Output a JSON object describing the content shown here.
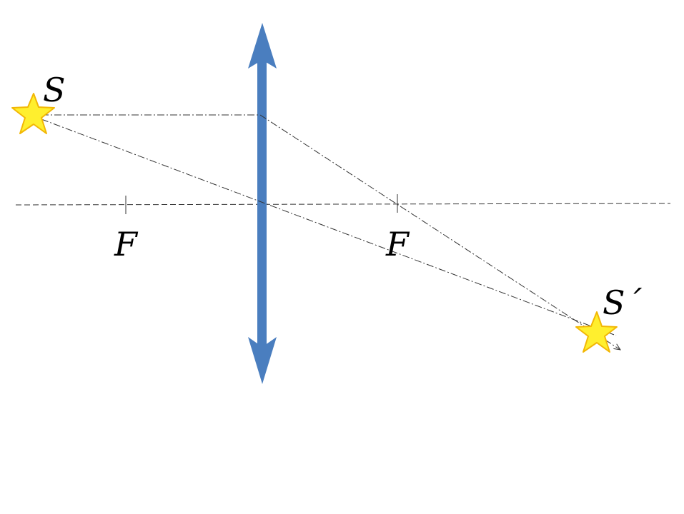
{
  "labels": {
    "source": "S",
    "image": "S´",
    "focus_left": "F",
    "focus_right": "F"
  },
  "colors": {
    "lens": "#4a7ebf",
    "star_fill": "#ffef2e",
    "star_stroke": "#f2b705",
    "rays": "#333333",
    "background": "#ffffff"
  },
  "icons": {
    "source_star": "star-icon",
    "image_star": "star-icon",
    "lens_arrows": "double-arrow-icon"
  }
}
